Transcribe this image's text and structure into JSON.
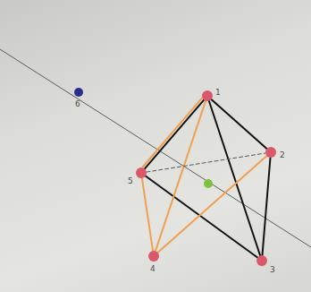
{
  "diagram": {
    "nodes": [
      {
        "text": [
          "1"
        ]
      },
      {
        "text": [
          "2"
        ]
      },
      {
        "text": [
          "3"
        ]
      },
      {
        "text": [
          "4"
        ]
      },
      {
        "text": [
          "5"
        ]
      },
      {
        "text": [
          "6"
        ]
      }
    ],
    "edges": [
      {
        "from": 0,
        "to": 1,
        "arrow": "none"
      },
      {
        "from": 0,
        "to": 4,
        "arrow": "none"
      },
      {
        "from": 0,
        "to": 2,
        "arrow": "none"
      },
      {
        "from": 1,
        "to": 2,
        "arrow": "none"
      },
      {
        "from": 4,
        "to": 2,
        "arrow": "none"
      },
      {
        "from": 0,
        "to": 4,
        "arrow": "none"
      },
      {
        "from": 0,
        "to": 3,
        "arrow": "none"
      },
      {
        "from": 4,
        "to": 3,
        "arrow": "none"
      },
      {
        "from": 3,
        "to": 1,
        "arrow": "none"
      },
      {
        "from": 4,
        "to": 1,
        "arrow": "none"
      }
    ]
  }
}
